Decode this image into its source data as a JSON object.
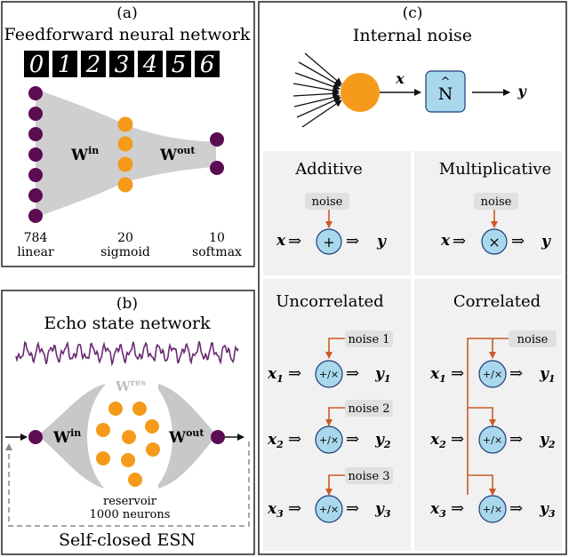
{
  "panel_a": {
    "tag": "(a)",
    "title": "Feedforward neural network",
    "digits": [
      "0",
      "1",
      "2",
      "3",
      "4",
      "5",
      "6"
    ],
    "w_in": "W",
    "w_in_sup": "in",
    "w_out": "W",
    "w_out_sup": "out",
    "layer1_count": "784",
    "layer1_type": "linear",
    "layer2_count": "20",
    "layer2_type": "sigmoid",
    "layer3_count": "10",
    "layer3_type": "softmax"
  },
  "panel_b": {
    "tag": "(b)",
    "title": "Echo state network",
    "w_in": "W",
    "w_in_sup": "in",
    "w_res": "W",
    "w_res_sup": "res",
    "w_out": "W",
    "w_out_sup": "out",
    "reservoir_label": "reservoir",
    "reservoir_size": "1000 neurons",
    "footer": "Self-closed ESN"
  },
  "panel_c": {
    "tag": "(c)",
    "title": "Internal noise",
    "x": "x",
    "y": "y",
    "noise_box": "N",
    "additive": {
      "title": "Additive",
      "noise": "noise",
      "x": "x",
      "op": "+",
      "y": "y"
    },
    "multiplicative": {
      "title": "Multiplicative",
      "noise": "noise",
      "x": "x",
      "op": "×",
      "y": "y"
    },
    "uncorrelated": {
      "title": "Uncorrelated",
      "rows": [
        {
          "x": "x",
          "sub": "1",
          "noise": "noise 1",
          "op": "+/×",
          "y": "y"
        },
        {
          "x": "x",
          "sub": "2",
          "noise": "noise 2",
          "op": "+/×",
          "y": "y"
        },
        {
          "x": "x",
          "sub": "3",
          "noise": "noise 3",
          "op": "+/×",
          "y": "y"
        }
      ]
    },
    "correlated": {
      "title": "Correlated",
      "noise": "noise",
      "rows": [
        {
          "x": "x",
          "sub": "1",
          "op": "+/×",
          "y": "y"
        },
        {
          "x": "x",
          "sub": "2",
          "op": "+/×",
          "y": "y"
        },
        {
          "x": "x",
          "sub": "3",
          "op": "+/×",
          "y": "y"
        }
      ]
    }
  },
  "colors": {
    "neuron_dark": "#5b0c52",
    "neuron_orange": "#f59a1b",
    "noise_arrow": "#cc5a24",
    "op_fill": "#a9d8ec",
    "op_stroke": "#1f3a7a",
    "panel_gray": "#f1f1f1",
    "label_box": "#e3e3e3",
    "cone_gray": "#cfcfcf"
  }
}
